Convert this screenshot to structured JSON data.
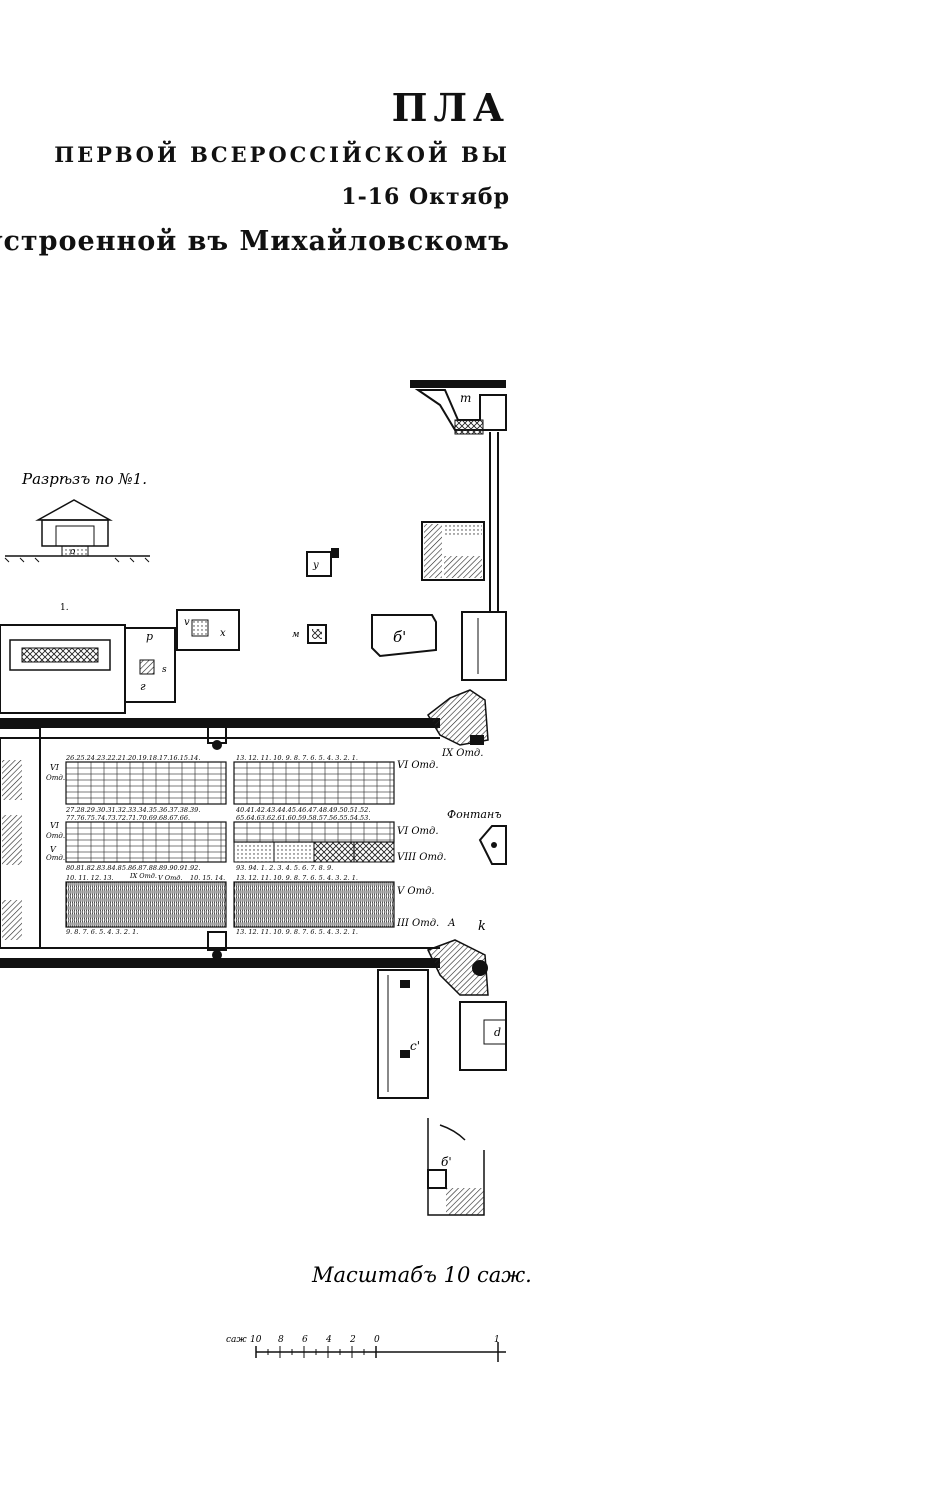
{
  "title": {
    "line1": "ПЛА",
    "line2": "ПЕРВОЙ ВСЕРОССІЙСКОЙ ВЫ",
    "line3": "1-16 Октябр",
    "line4": "устроенной въ Михайловскомъ"
  },
  "section_caption": "Разрѣзъ по №1.",
  "scale_caption": "Масштабъ 10 саж.",
  "scale_unit": "саж",
  "scale_ticks": [
    "10",
    "8",
    "6",
    "4",
    "2",
    "0",
    "1"
  ],
  "labels": {
    "section_o": "о",
    "bldg_p": "р",
    "bldg_v": "v",
    "bldg_x": "х",
    "bldg_y": "у",
    "bldg_m": "м",
    "bldg_b1": "б'",
    "bldg_b2": "б'",
    "bldg_c": "с'",
    "bldg_d": "d",
    "bldg_top": "т",
    "bldg_k": "k",
    "bldg_r": "г",
    "bldg_s": "s",
    "num1": "1.",
    "fountain": "Фонтанъ",
    "ix_otd": "IX Отд.",
    "vi_otd_a": "VI Отд.",
    "vi_otd_b": "VI Отд.",
    "viii_otd": "VIII Отд.",
    "v_otd": "V Отд.",
    "iii_otd": "III Отд.",
    "a_label": "А",
    "vi_left": "VI",
    "vi_left2": "VI",
    "v_left": "V",
    "otd_left": "Отд.",
    "otd_left2": "Отд.",
    "otd_left3": "Отд."
  },
  "row_numbers": {
    "r1_left": "26.25.24.23.22.21.20.19.18.17.16.15.14.",
    "r1_right": "13. 12. 11. 10. 9.  8.  7.  6.  5.  4.  3.  2.  1.",
    "r2_left": "27.28.29.30.31.32.33.34.35.36.37.38.39.",
    "r2_right": "40.41.42.43.44.45.46.47.48.49.50.51.52.",
    "r3_left": "77.76.75.74.73.72.71.70.69.68.67.66.",
    "r3_right": "65.64.63.62.61.60.59.58.57.56.55.54.53.",
    "r4_left": "80.81.82.83.84.85.86.87.88.89.90.91.92.",
    "r4_right": "93. 94. 1. 2. 3. 4. 5. 6. 7. 8. 9.",
    "r5_left": "10. 11. 12. 13.",
    "r5_right": "13. 12. 11. 10. 9.  8.  7.  6.  5.  4.  3.  2.  1.",
    "r6_left": "9.  8.  7.  6.  5.  4.  3.  2.  1.",
    "r6_right": "13. 12. 11. 10. 9.  8.  7.  6.  5.  4.  3.  2.  1.",
    "ix_small": "IX Отд.",
    "v_small": "V Отд.",
    "r5_mid": "10. 15. 14."
  }
}
